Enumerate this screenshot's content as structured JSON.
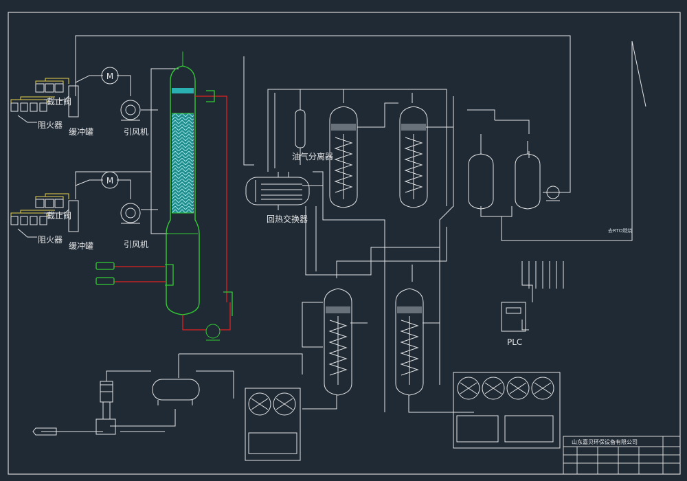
{
  "labels": {
    "fire_arrester_1": "阻火器",
    "fire_arrester_2": "阻火器",
    "valve_1": "截止阀",
    "valve_2": "截止阀",
    "buffer_tank_1": "缓冲罐",
    "buffer_tank_2": "缓冲罐",
    "fan_1": "引风机",
    "fan_2": "引风机",
    "oil_gas_separator": "油气分离器",
    "recuperator": "回热交换器",
    "rto_note": "去RTO燃烧",
    "plc": "PLC",
    "title_company": "山东嘉贝环保设备有限公司"
  },
  "colors": {
    "background": "#1f2a35",
    "line": "#e6e6e6",
    "column": "#2aa6a6",
    "green": "#33cc33",
    "red": "#e02020"
  }
}
